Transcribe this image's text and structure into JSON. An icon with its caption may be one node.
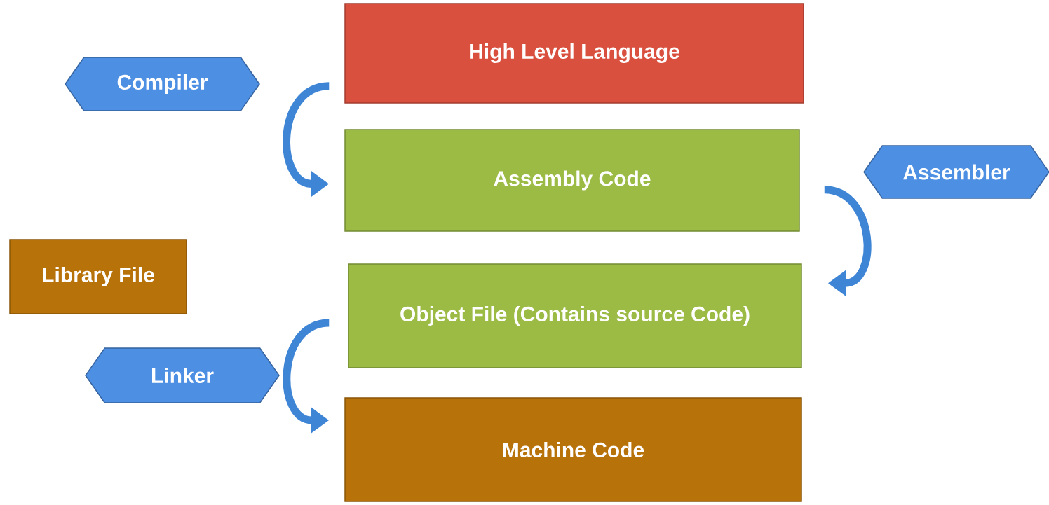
{
  "diagram": {
    "nodes": [
      {
        "text": [
          "High Level Language"
        ]
      },
      {
        "text": [
          "Compiler"
        ]
      },
      {
        "text": [
          "Assembly Code"
        ]
      },
      {
        "text": [
          "Assembler"
        ]
      },
      {
        "text": [
          "Library File"
        ]
      },
      {
        "text": [
          "Object File (Contains source Code)"
        ]
      },
      {
        "text": [
          "Linker"
        ]
      },
      {
        "text": [
          "Machine Code"
        ]
      }
    ],
    "edges": [
      {
        "from": 0,
        "to": 2,
        "arrow": "to"
      },
      {
        "from": 2,
        "to": 5,
        "arrow": "to"
      },
      {
        "from": 5,
        "to": 7,
        "arrow": "to"
      }
    ]
  }
}
